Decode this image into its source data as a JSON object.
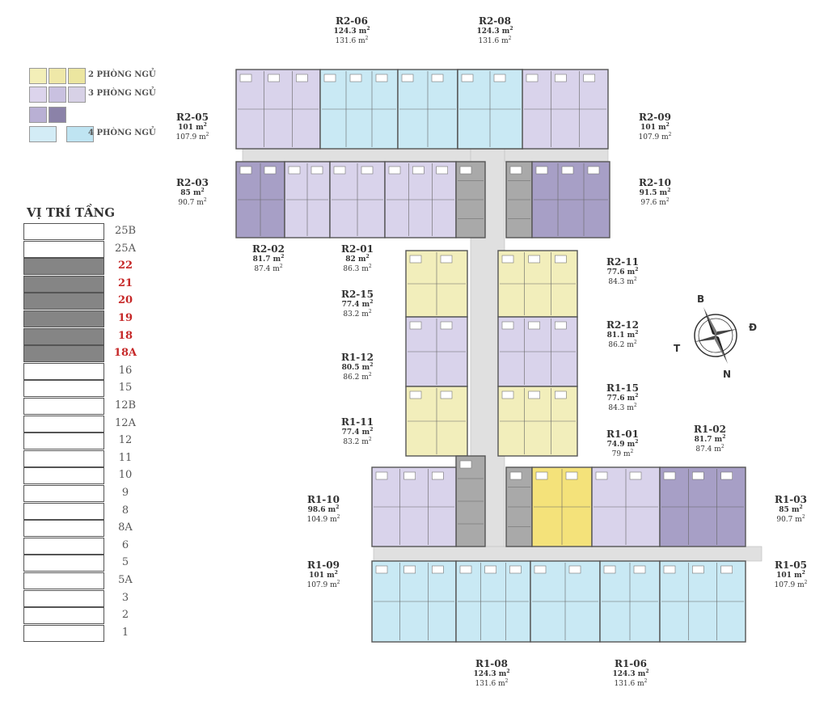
{
  "legend": [
    {
      "label": "2 PHÒNG NGỦ",
      "colors": [
        "#f3efb8",
        "#efe8a8",
        "#ece6a0"
      ]
    },
    {
      "label": "3 PHÒNG NGỦ",
      "colors": [
        "#dcd4ec",
        "#c9c1e0",
        "#d7d1e6"
      ]
    },
    {
      "label": "",
      "colors": [
        "#b9b0d4",
        "#8b82a8",
        ""
      ]
    },
    {
      "label": "4 PHÒNG NGỦ",
      "colors": [
        "#d3ecf6",
        "#bfe4f2",
        ""
      ]
    }
  ],
  "floor_title": "VỊ TRÍ TẦNG",
  "floors": [
    {
      "label": "25B",
      "active": false
    },
    {
      "label": "25A",
      "active": false
    },
    {
      "label": "22",
      "active": true
    },
    {
      "label": "21",
      "active": true
    },
    {
      "label": "20",
      "active": true
    },
    {
      "label": "19",
      "active": true
    },
    {
      "label": "18",
      "active": true
    },
    {
      "label": "18A",
      "active": true
    },
    {
      "label": "16",
      "active": false
    },
    {
      "label": "15",
      "active": false
    },
    {
      "label": "12B",
      "active": false
    },
    {
      "label": "12A",
      "active": false
    },
    {
      "label": "12",
      "active": false
    },
    {
      "label": "11",
      "active": false
    },
    {
      "label": "10",
      "active": false
    },
    {
      "label": "9",
      "active": false
    },
    {
      "label": "8",
      "active": false
    },
    {
      "label": "8A",
      "active": false
    },
    {
      "label": "6",
      "active": false
    },
    {
      "label": "5",
      "active": false
    },
    {
      "label": "5A",
      "active": false
    },
    {
      "label": "3",
      "active": false
    },
    {
      "label": "2",
      "active": false
    },
    {
      "label": "1",
      "active": false
    }
  ],
  "area_unit": "m",
  "area_sup": "2",
  "units": [
    {
      "id": "R2-06",
      "a": "124.3",
      "b": "131.6"
    },
    {
      "id": "R2-08",
      "a": "124.3",
      "b": "131.6"
    },
    {
      "id": "R2-05",
      "a": "101",
      "b": "107.9"
    },
    {
      "id": "R2-09",
      "a": "101",
      "b": "107.9"
    },
    {
      "id": "R2-03",
      "a": "85",
      "b": "90.7"
    },
    {
      "id": "R2-10",
      "a": "91.5",
      "b": "97.6"
    },
    {
      "id": "R2-02",
      "a": "81.7",
      "b": "87.4"
    },
    {
      "id": "R2-01",
      "a": "82",
      "b": "86.3"
    },
    {
      "id": "R2-11",
      "a": "77.6",
      "b": "84.3"
    },
    {
      "id": "R2-15",
      "a": "77.4",
      "b": "83.2"
    },
    {
      "id": "R2-12",
      "a": "81.1",
      "b": "86.2"
    },
    {
      "id": "R1-12",
      "a": "80.5",
      "b": "86.2"
    },
    {
      "id": "R1-15",
      "a": "77.6",
      "b": "84.3"
    },
    {
      "id": "R1-11",
      "a": "77.4",
      "b": "83.2"
    },
    {
      "id": "R1-01",
      "a": "74.9",
      "b": "79"
    },
    {
      "id": "R1-02",
      "a": "81.7",
      "b": "87.4"
    },
    {
      "id": "R1-10",
      "a": "98.6",
      "b": "104.9"
    },
    {
      "id": "R1-03",
      "a": "85",
      "b": "90.7"
    },
    {
      "id": "R1-09",
      "a": "101",
      "b": "107.9"
    },
    {
      "id": "R1-05",
      "a": "101",
      "b": "107.9"
    },
    {
      "id": "R1-08",
      "a": "124.3",
      "b": "131.6"
    },
    {
      "id": "R1-06",
      "a": "124.3",
      "b": "131.6"
    }
  ],
  "compass": {
    "north": "B",
    "east": "Đ",
    "south": "N",
    "west": "T"
  },
  "colors": {
    "two_bed": "#f2eebb",
    "three_bed": "#d9d3eb",
    "three_bed_dark": "#a79fc6",
    "four_bed": "#c9e9f4",
    "yellow_unit": "#f4e27a",
    "core": "#a9a9a9",
    "corridor": "#e0e0e0",
    "wall": "#555555",
    "active_floor": "#858585",
    "active_text": "#c62828"
  }
}
